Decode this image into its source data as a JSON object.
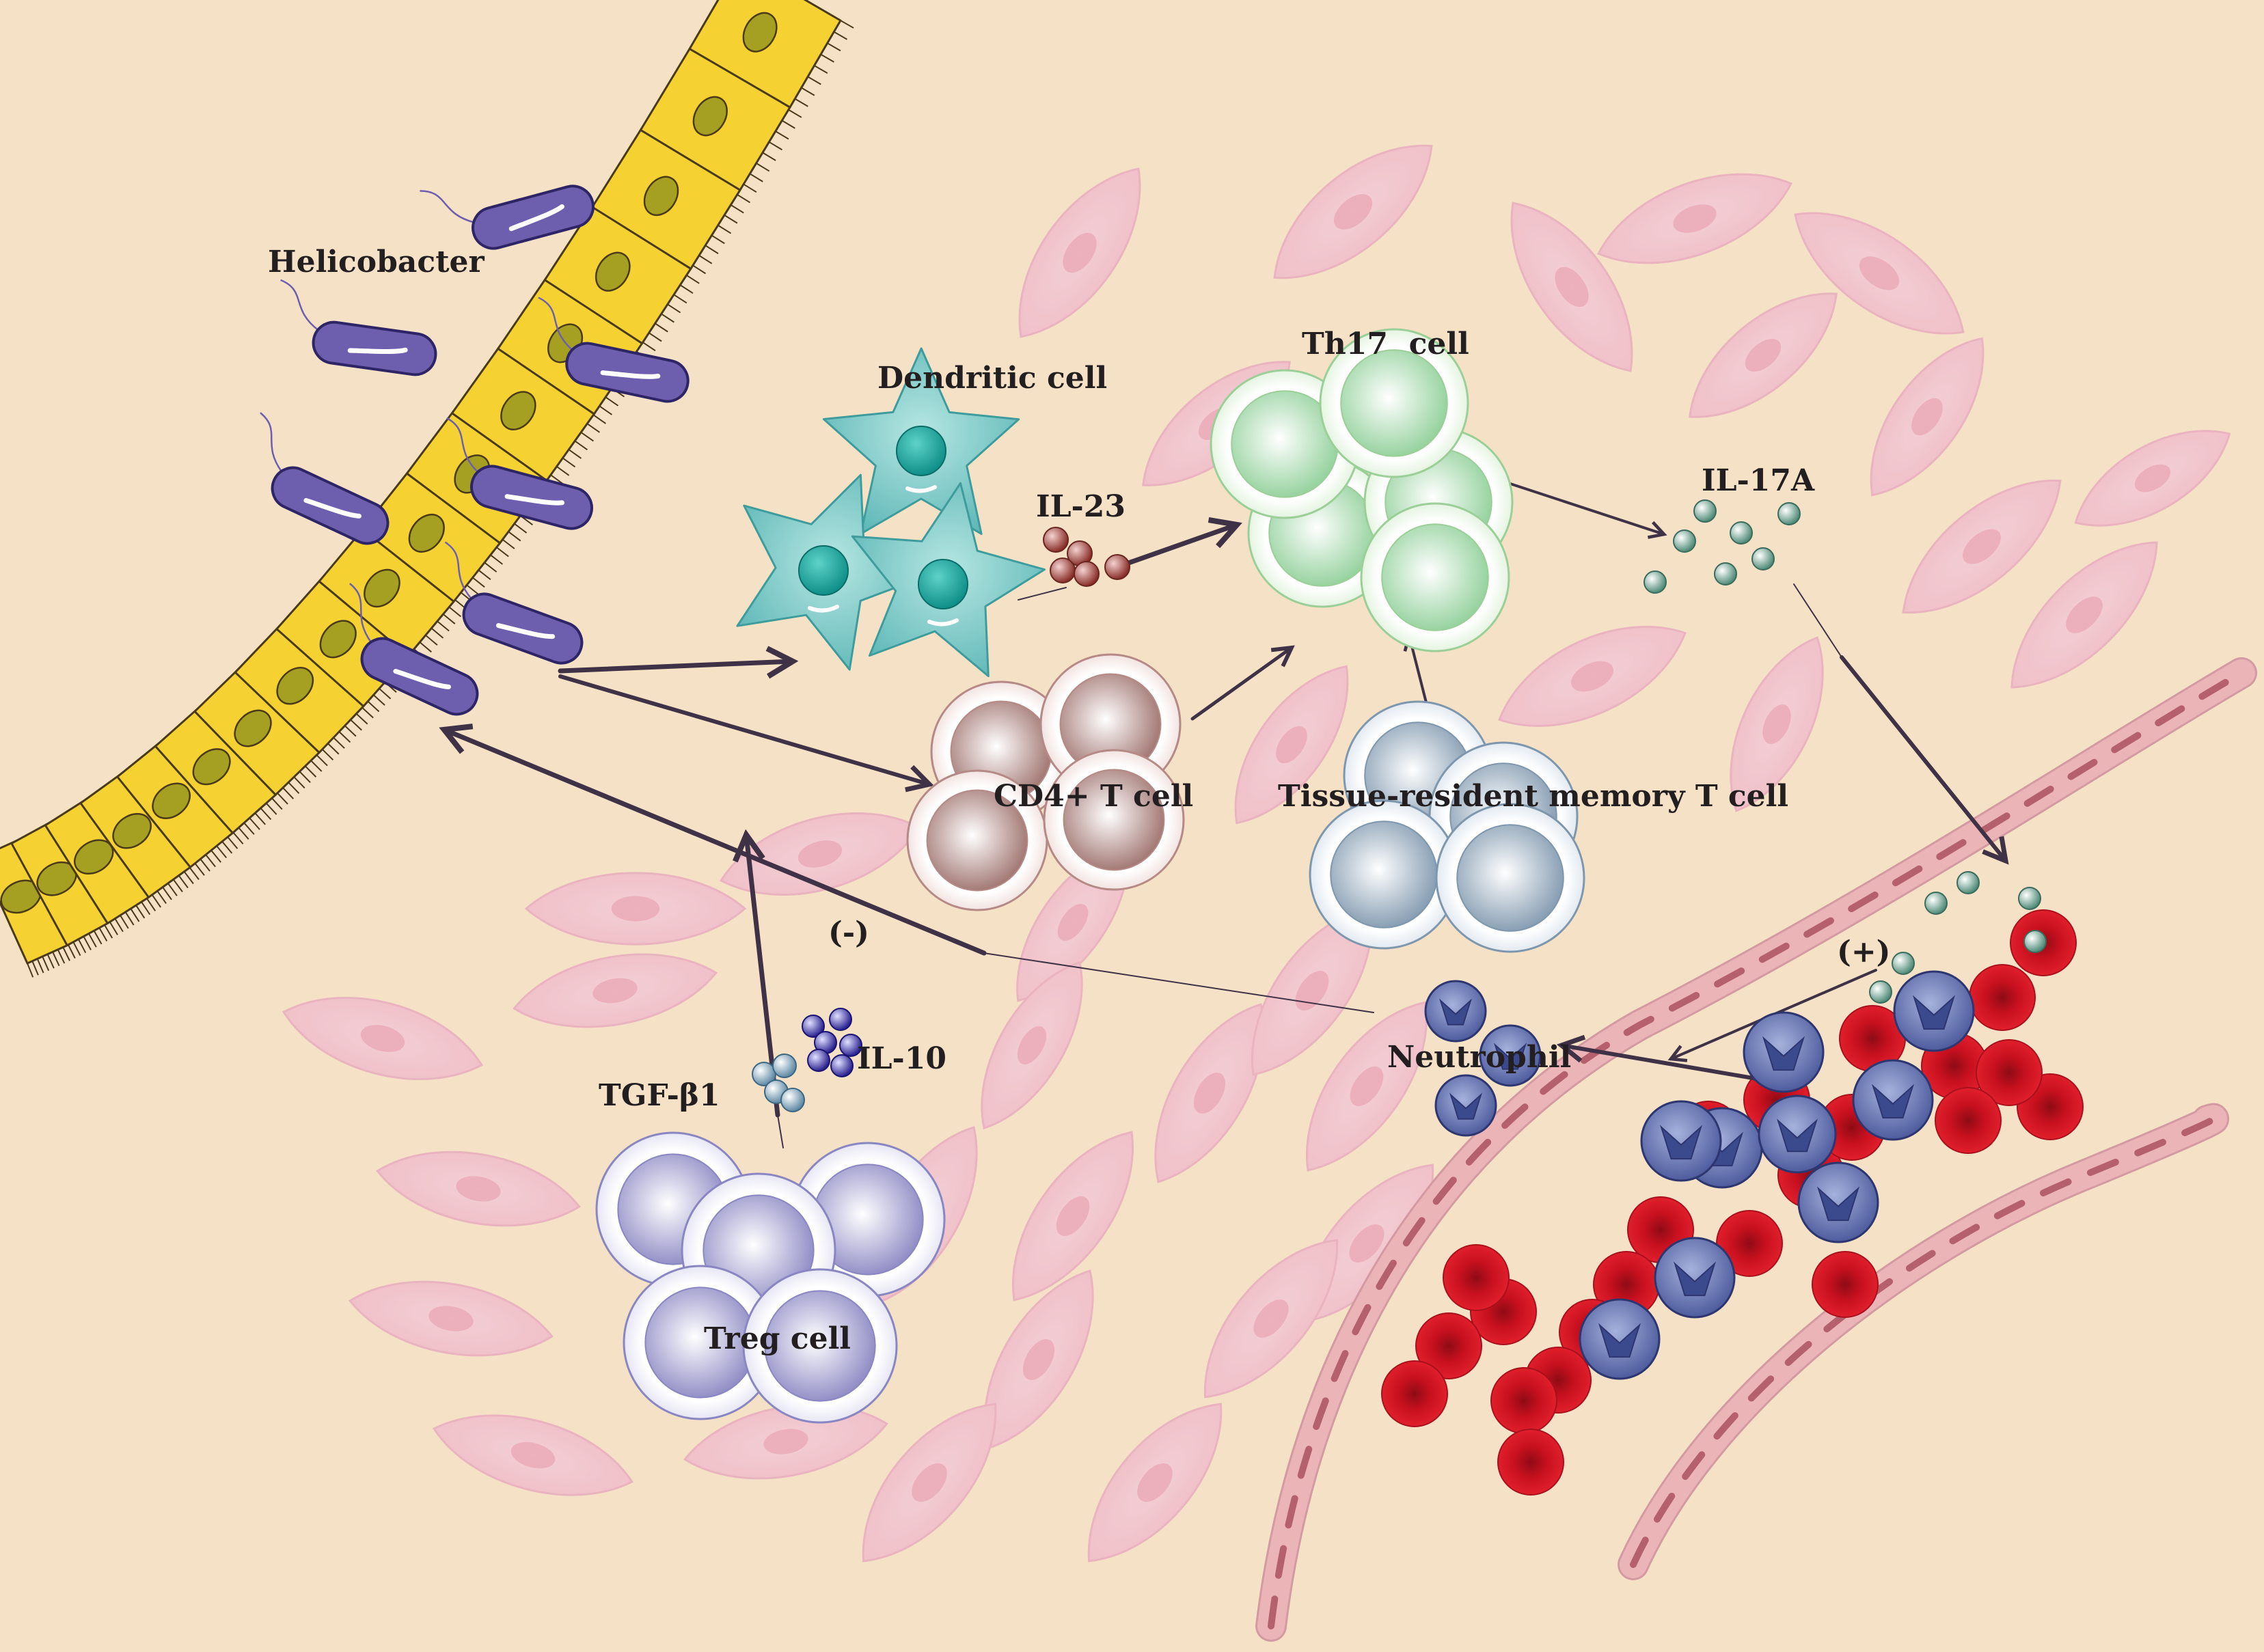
{
  "labels": {
    "helicobacter": "Helicobacter",
    "dendritic_cell": "Dendritic cell",
    "il23": "IL-23",
    "th17_cell": "Th17  cell",
    "il17a": "IL-17A",
    "cd4_t_cell": "CD4+ T cell",
    "tissue_resident_memory_t_cell": "Tissue-resident memory T cell",
    "neutrophil": "Neutrophil",
    "treg_cell": "Treg cell",
    "tgf_b1": "TGF-β1",
    "il10": "IL-10",
    "inhibition": "(-)",
    "promotion": "(+)"
  },
  "colors": {
    "background": "#f5e2c6",
    "epithelium": "#f5d232",
    "bacteria": "#6e5fae",
    "dendritic": "#7fcccc",
    "th17": "#a8d8a8",
    "cd4": "#b08a86",
    "memory_t": "#a9bccb",
    "treg": "#a8a6d4",
    "neutrophil": "#6e7dba",
    "red_blood_cell": "#d9182a",
    "fibroblast": "#f2c4cc",
    "vessel": "#ebb4b6",
    "arrow": "#3f3246"
  }
}
